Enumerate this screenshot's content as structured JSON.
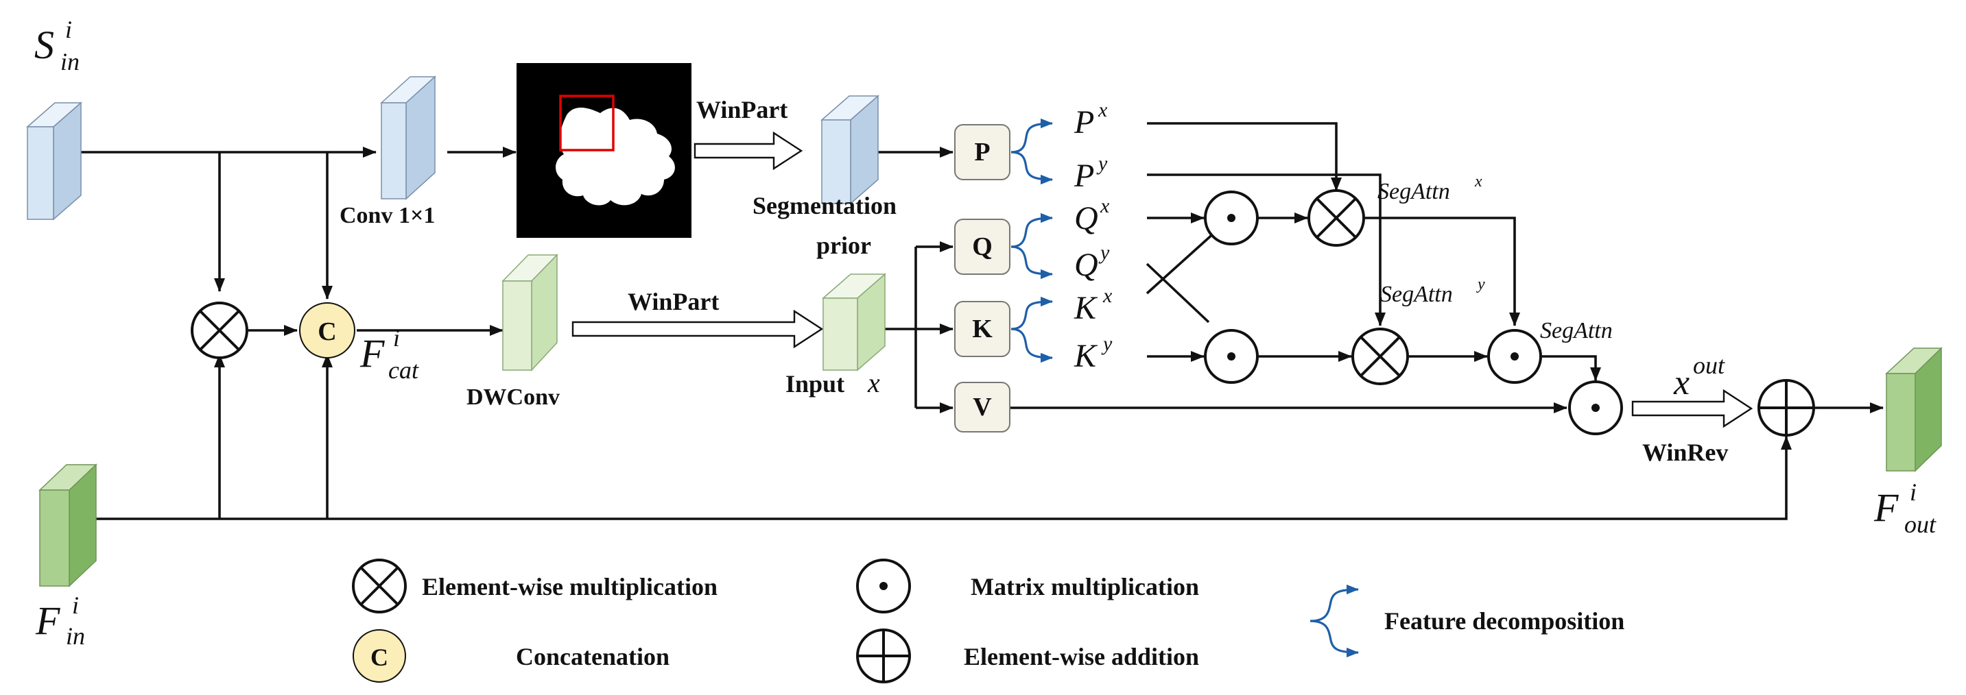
{
  "inputs": {
    "s_in": {
      "base": "S",
      "sup": "i",
      "sub": "in"
    },
    "f_in": {
      "base": "F",
      "sup": "i",
      "sub": "in"
    },
    "f_cat": {
      "base": "F",
      "sup": "i",
      "sub": "cat"
    },
    "f_out": {
      "base": "F",
      "sup": "i",
      "sub": "out"
    },
    "x_out": {
      "base": "x",
      "sup": "out"
    }
  },
  "labels": {
    "conv": "Conv 1×1",
    "dwconv": "DWConv",
    "winpart_top": "WinPart",
    "winpart_mid": "WinPart",
    "seg_prior_line1": "Segmentation",
    "seg_prior_line2": "prior",
    "input_x_text": "Input",
    "input_x_var": "x",
    "winrev": "WinRev",
    "concat_symbol": "C"
  },
  "boxes": {
    "p": "P",
    "q": "Q",
    "k": "K",
    "v": "V"
  },
  "features": {
    "px": {
      "base": "P",
      "sup": "x"
    },
    "py": {
      "base": "P",
      "sup": "y"
    },
    "qx": {
      "base": "Q",
      "sup": "x"
    },
    "qy": {
      "base": "Q",
      "sup": "y"
    },
    "kx": {
      "base": "K",
      "sup": "x"
    },
    "ky": {
      "base": "K",
      "sup": "y"
    }
  },
  "attn": {
    "segattn_x": {
      "base": "SegAttn",
      "sup": "x"
    },
    "segattn_y": {
      "base": "SegAttn",
      "sup": "y"
    },
    "segattn": "SegAttn"
  },
  "legend": {
    "mul": "Element-wise multiplication",
    "concat": "Concatenation",
    "matmul": "Matrix multiplication",
    "add": "Element-wise addition",
    "decomp": "Feature decomposition",
    "concat_symbol": "C"
  },
  "colors": {
    "blue_block": "#d6e6f5",
    "green_block": "#a9d08e",
    "light_green_block": "#e2efd3",
    "concat_fill": "#fbeeb9",
    "box_fill": "#f5f2e8",
    "decomposition_blue": "#1f5fa8",
    "mask_red": "#e00000"
  }
}
